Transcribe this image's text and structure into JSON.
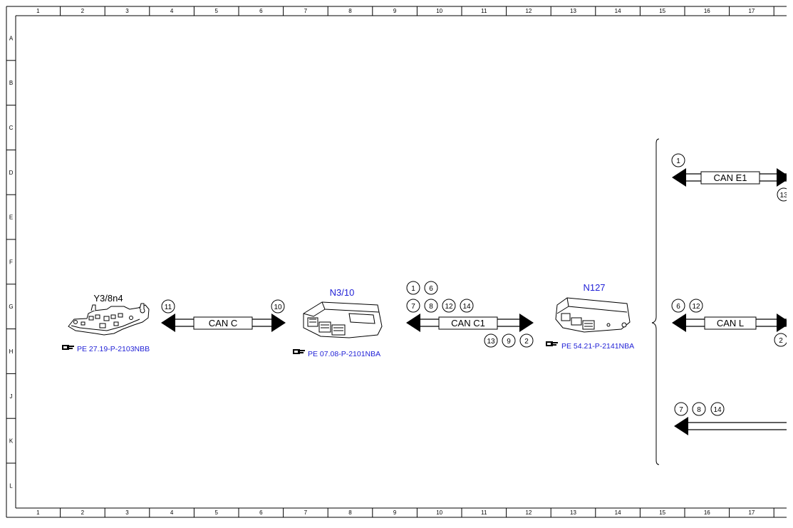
{
  "ruler": {
    "columns": [
      "1",
      "2",
      "3",
      "4",
      "5",
      "6",
      "7",
      "8",
      "9",
      "10",
      "11",
      "12",
      "13",
      "14",
      "15",
      "16",
      "17"
    ],
    "rows": [
      "A",
      "B",
      "C",
      "D",
      "E",
      "F",
      "G",
      "H",
      "J",
      "K",
      "L"
    ]
  },
  "components": {
    "y3": {
      "label": "Y3/8n4",
      "ref": "PE 27.19-P-2103NBB"
    },
    "n310": {
      "label": "N3/10",
      "ref": "PE 07.08-P-2101NBA"
    },
    "n127": {
      "label": "N127",
      "ref": "PE 54.21-P-2141NBA"
    }
  },
  "buses": {
    "can_c": {
      "label": "CAN C",
      "left_markers": [
        "11"
      ],
      "right_markers": [
        "10"
      ]
    },
    "can_c1": {
      "label": "CAN C1",
      "top_markers_row1": [
        "1",
        "6"
      ],
      "top_markers_row2": [
        "7",
        "8",
        "12",
        "14"
      ],
      "bottom_markers": [
        "13",
        "9",
        "2"
      ]
    },
    "can_e1": {
      "label": "CAN E1",
      "top_markers": [
        "1"
      ],
      "bottom_markers": [
        "13"
      ]
    },
    "can_l": {
      "label": "CAN L",
      "top_markers": [
        "6",
        "12"
      ],
      "bottom_markers": [
        "2"
      ]
    },
    "bottom_bus": {
      "top_markers": [
        "7",
        "8",
        "14"
      ]
    }
  },
  "colors": {
    "line": "#000000",
    "link_blue": "#1f1fd6"
  }
}
